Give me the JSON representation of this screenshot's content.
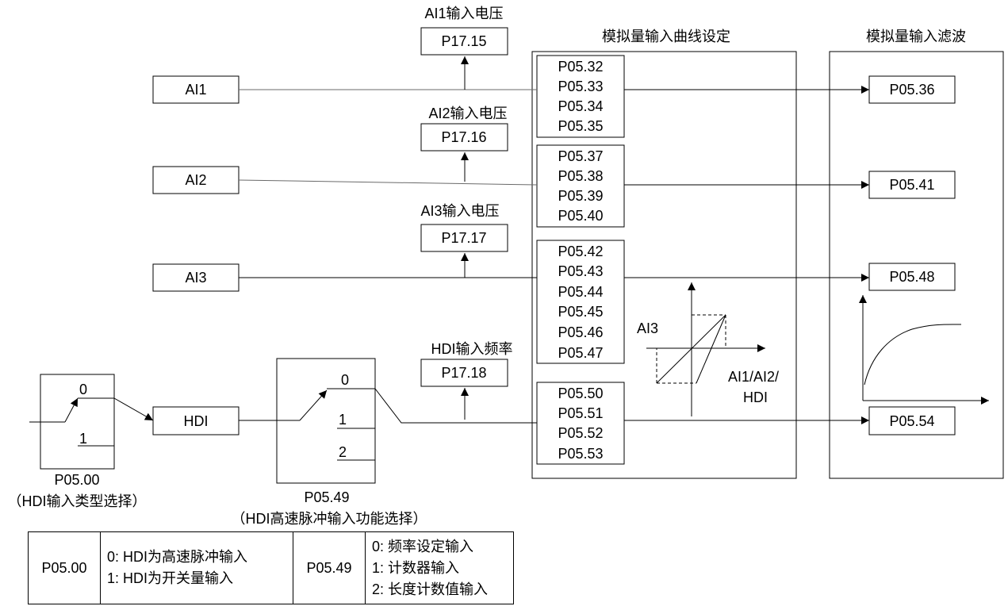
{
  "inputs": {
    "ai1": "AI1",
    "ai2": "AI2",
    "ai3": "AI3",
    "hdi": "HDI"
  },
  "monitors": [
    {
      "title": "AI1输入电压",
      "code": "P17.15"
    },
    {
      "title": "AI2输入电压",
      "code": "P17.16"
    },
    {
      "title": "AI3输入电压",
      "code": "P17.17"
    },
    {
      "title": "HDI输入频率",
      "code": "P17.18"
    }
  ],
  "curve_section": {
    "title": "模拟量输入曲线设定",
    "groups": [
      [
        "P05.32",
        "P05.33",
        "P05.34",
        "P05.35"
      ],
      [
        "P05.37",
        "P05.38",
        "P05.39",
        "P05.40"
      ],
      [
        "P05.42",
        "P05.43",
        "P05.44",
        "P05.45",
        "P05.46",
        "P05.47"
      ],
      [
        "P05.50",
        "P05.51",
        "P05.52",
        "P05.53"
      ]
    ],
    "graph_y_label": "AI3",
    "graph_x_label_line1": "AI1/AI2/",
    "graph_x_label_line2": "HDI"
  },
  "filter_section": {
    "title": "模拟量输入滤波",
    "outputs": [
      "P05.36",
      "P05.41",
      "P05.48",
      "P05.54"
    ]
  },
  "switch1": {
    "pos0": "0",
    "pos1": "1",
    "code": "P05.00",
    "caption": "（HDI输入类型选择）"
  },
  "switch2": {
    "pos0": "0",
    "pos1": "1",
    "pos2": "2",
    "code": "P05.49",
    "caption": "（HDI高速脉冲输入功能选择）"
  },
  "table": {
    "p0500": {
      "code": "P05.00",
      "options": [
        "0: HDI为高速脉冲输入",
        "1: HDI为开关量输入"
      ]
    },
    "p0549": {
      "code": "P05.49",
      "options": [
        "0: 频率设定输入",
        "1: 计数器输入",
        "2: 长度计数值输入"
      ]
    }
  }
}
